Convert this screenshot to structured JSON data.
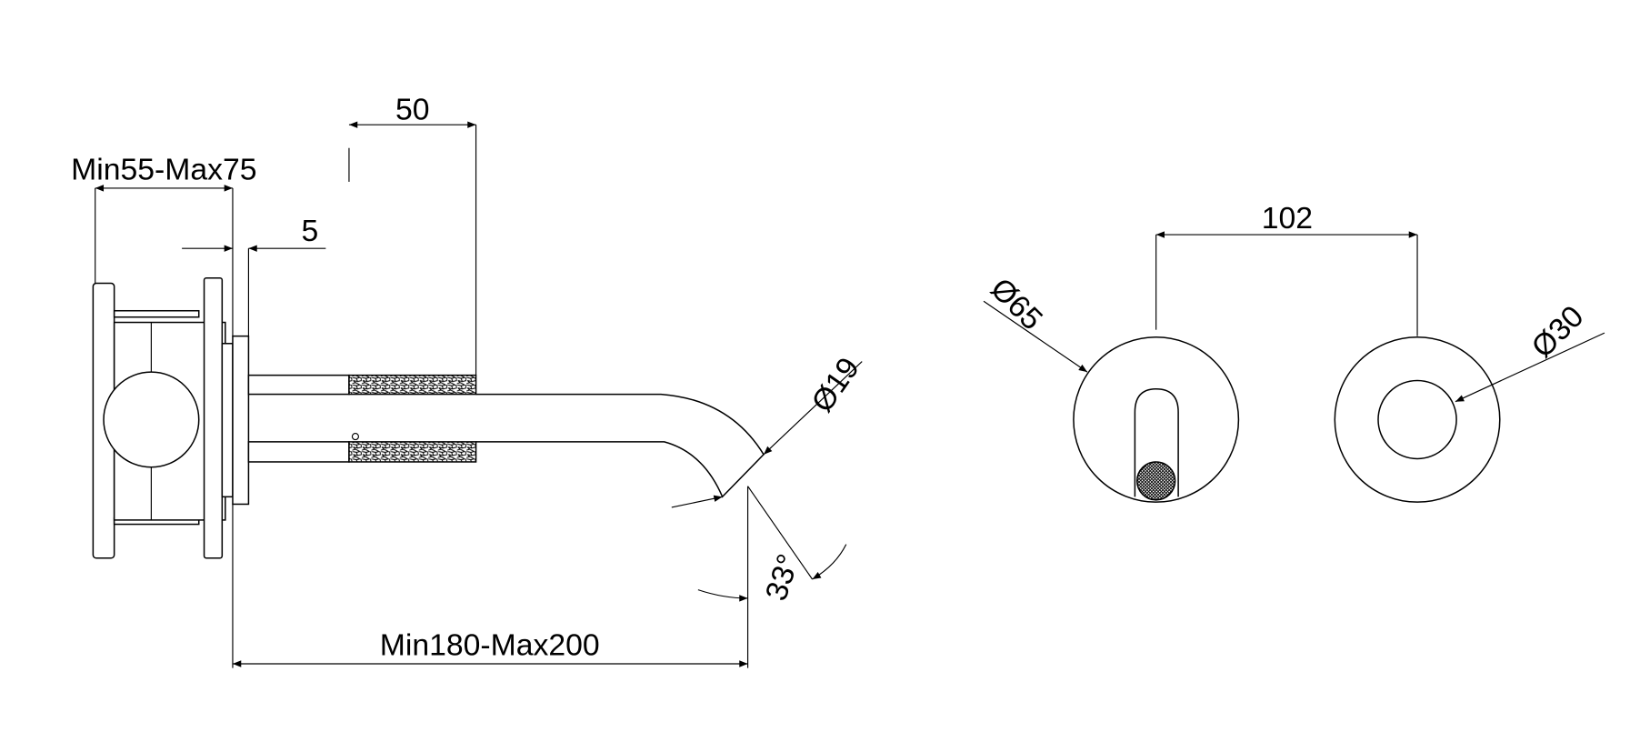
{
  "drawing": {
    "side_view": {
      "dim_wall_depth": "Min55-Max75",
      "dim_plate_gap": "5",
      "dim_textured_length": "50",
      "dim_spout_diameter": "Ø19",
      "dim_spout_angle": "33°",
      "dim_projection": "Min180-Max200"
    },
    "front_view": {
      "dim_center_distance": "102",
      "dim_spout_rosette": "Ø65",
      "dim_handle": "Ø30"
    }
  }
}
